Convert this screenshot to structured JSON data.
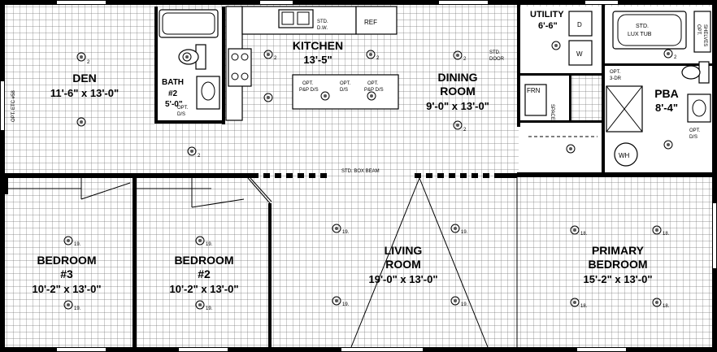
{
  "rooms": {
    "den": {
      "name": "DEN",
      "dim": "11'-6\" x 13'-0\""
    },
    "kitchen": {
      "name": "KITCHEN",
      "dim": "13'-5\""
    },
    "dining": {
      "name1": "DINING",
      "name2": "ROOM",
      "dim": "9'-0\" x 13'-0\""
    },
    "bath2": {
      "name1": "BATH",
      "name2": "#2",
      "dim": "5'-0\""
    },
    "utility": {
      "name": "UTILITY",
      "dim": "6'-6\""
    },
    "pba": {
      "name": "PBA",
      "dim": "8'-4\""
    },
    "bedroom3": {
      "name1": "BEDROOM",
      "name2": "#3",
      "dim": "10'-2\" x 13'-0\""
    },
    "bedroom2": {
      "name1": "BEDROOM",
      "name2": "#2",
      "dim": "10'-2\" x 13'-0\""
    },
    "living": {
      "name1": "LIVING",
      "name2": "ROOM",
      "dim": "19'-0\" x 13'-0\""
    },
    "primary": {
      "name1": "PRIMARY",
      "name2": "BEDROOM",
      "dim": "15'-2\" x 13'-0\""
    }
  },
  "labels": {
    "opt_etc": "OPT. ETC #58",
    "std_dw": "STD.",
    "std_dw2": "D.W.",
    "ref": "REF",
    "opt_ds": "OPT.",
    "opt_ds2": "D/S",
    "opt_pp": "OPT.",
    "pp_ds": "P&P D/S",
    "std_door": "STD.",
    "std_door2": "DOOR",
    "frn": "FRN",
    "hvac_space": "SPACE",
    "opt_3dr": "OPT.",
    "opt_3dr2": "3-DR",
    "std_lux_tub": "STD.",
    "lux_tub": "LUX TUB",
    "opt_shelves": "OPT.",
    "shelves": "SHELVES",
    "wh": "WH",
    "dryer": "D",
    "washer": "W",
    "box_beam": "STD. BOX BEAM"
  },
  "light_numbers": {
    "two": "2",
    "nineteen": "19.",
    "eighteen": "18."
  }
}
